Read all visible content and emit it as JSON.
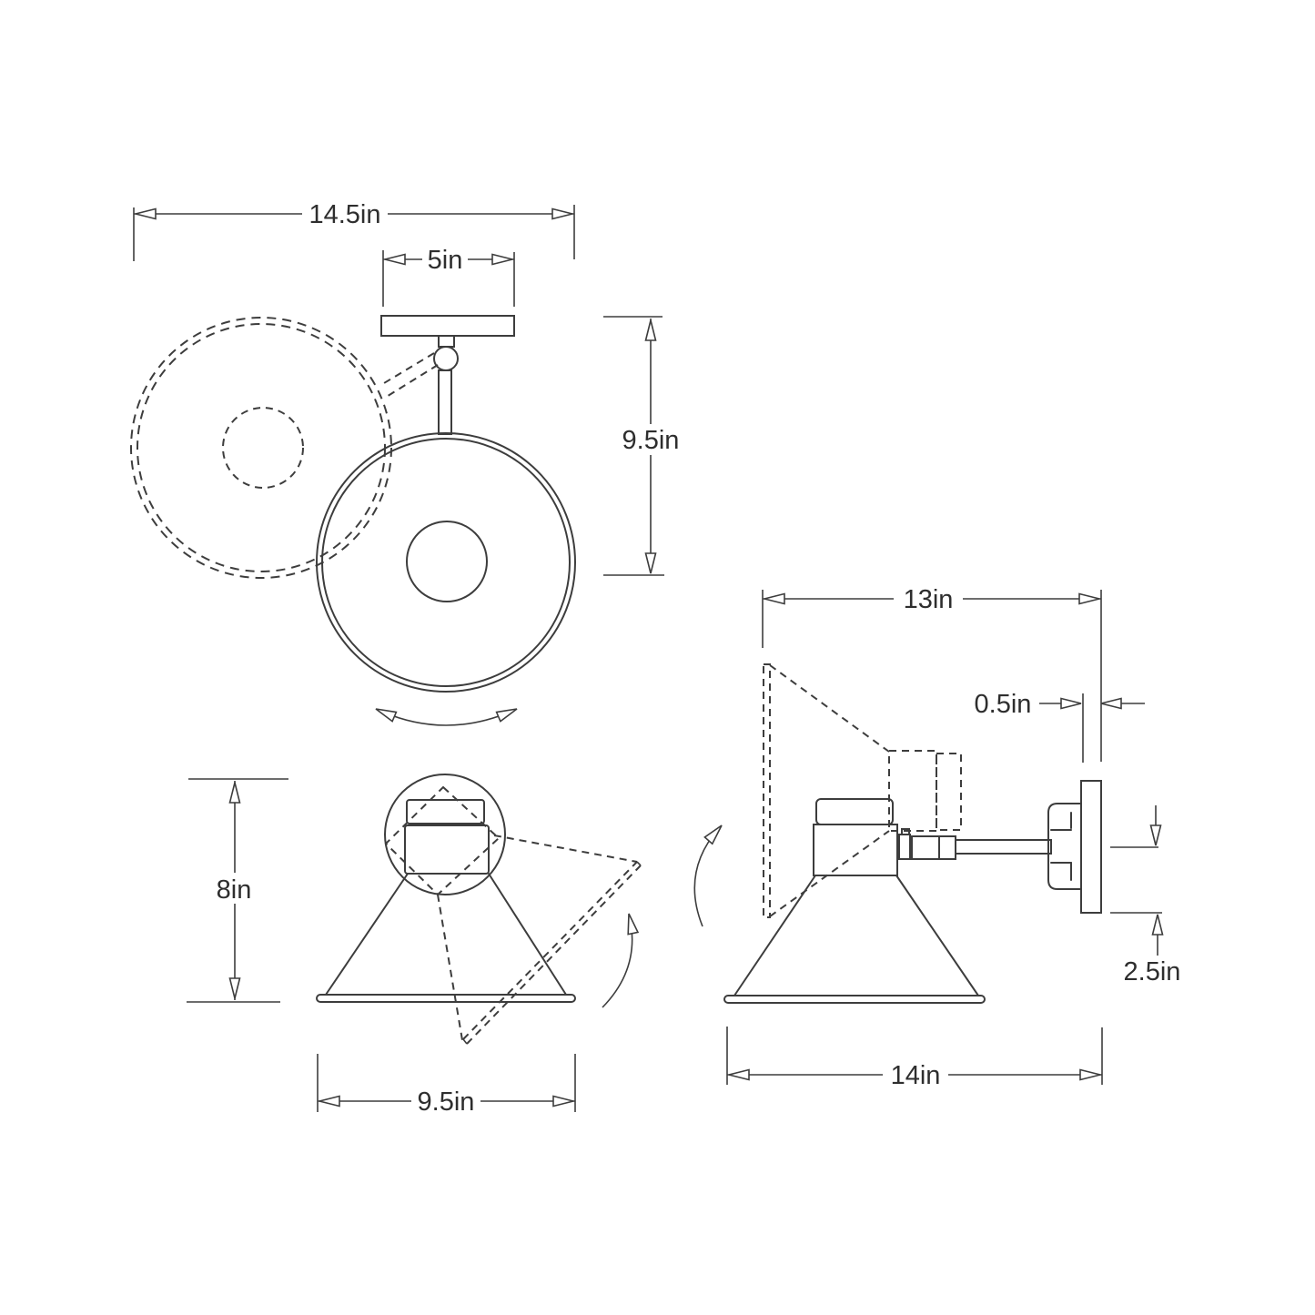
{
  "theme": {
    "background": "#ffffff",
    "line_color": "#3d3d3d",
    "text_color": "#2e2e2e"
  },
  "unit": "in",
  "dims": {
    "top_width": "14.5in",
    "canopy_width": "5in",
    "top_depth": "9.5in",
    "front_height": "8in",
    "shade_diameter": "9.5in",
    "arm_length": "13in",
    "backplate_thickness": "0.5in",
    "backplate_drop": "2.5in",
    "projection": "14in"
  }
}
